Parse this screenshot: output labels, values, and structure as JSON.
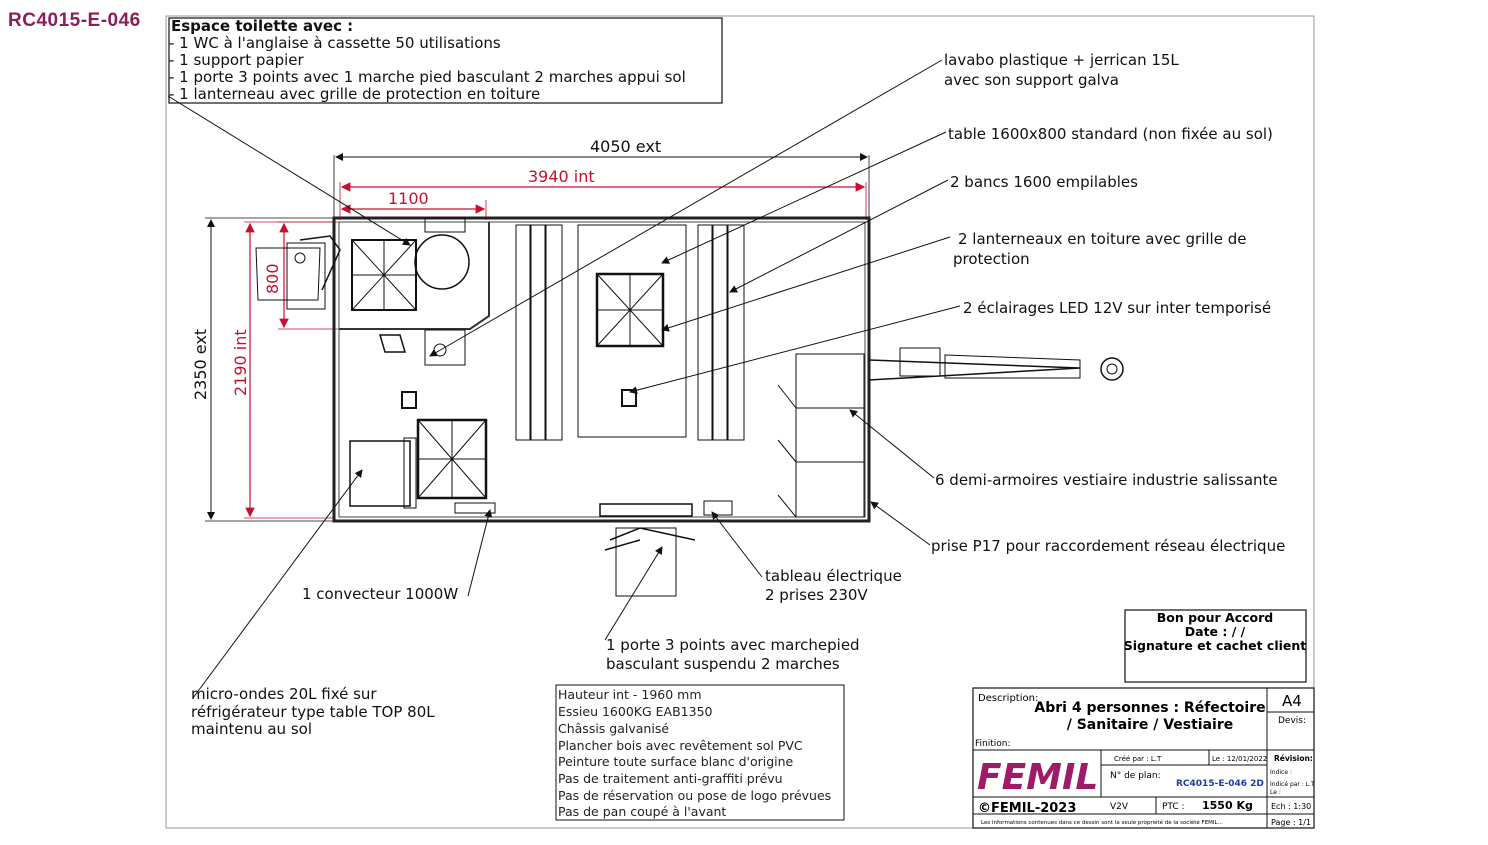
{
  "header": {
    "plan_id": "RC4015-E-046"
  },
  "toilet_box": {
    "title": "Espace toilette avec :",
    "lines": [
      "- 1 WC à l'anglaise à cassette 50 utilisations",
      "- 1 support papier",
      "- 1 porte 3 points avec 1 marche pied basculant 2 marches appui sol",
      "- 1 lanterneau avec grille de protection en toiture"
    ]
  },
  "dimensions": {
    "ext_length": "4050 ext",
    "int_length": "3940 int",
    "toilet_width": "1100",
    "ext_width": "2350 ext",
    "int_width": "2190 int",
    "door_width": "800"
  },
  "callouts": {
    "lavabo": [
      "lavabo plastique + jerrican 15L",
      "avec son support galva"
    ],
    "table": "table 1600x800 standard (non fixée au sol)",
    "bancs": "2 bancs 1600 empilables",
    "lanterneaux": [
      "2 lanterneaux en toiture avec grille de",
      "protection"
    ],
    "eclairages": "2 éclairages LED 12V sur inter temporisé",
    "armoires": "6 demi-armoires vestiaire industrie salissante",
    "prise": "prise P17 pour raccordement réseau électrique",
    "tableau": [
      "tableau électrique",
      "2 prises 230V"
    ],
    "porte": [
      "1 porte 3 points avec marchepied",
      "basculant suspendu 2 marches"
    ],
    "convecteur": "1 convecteur 1000W",
    "microondes": [
      "micro-ondes 20L fixé sur",
      "réfrigérateur type table TOP 80L",
      "maintenu au sol"
    ]
  },
  "specs": [
    "Hauteur int - 1960 mm",
    "Essieu 1600KG EAB1350",
    "Châssis galvanisé",
    "Plancher bois avec revêtement sol PVC",
    "Peinture toute surface blanc d'origine",
    "Pas de traitement anti-graffiti prévu",
    "Pas de réservation ou pose de logo prévues",
    "Pas de pan coupé à l'avant"
  ],
  "accord": {
    "title": "Bon pour Accord",
    "date": "Date :   /   /",
    "signature": "Signature et cachet client"
  },
  "title_block": {
    "description_label": "Description:",
    "description": [
      "Abri 4 personnes : Réfectoire",
      "/ Sanitaire / Vestiaire"
    ],
    "format": "A4",
    "devis_label": "Devis:",
    "finition_label": "Finition:",
    "logo": "FEMIL",
    "cree_par": "Créé par : L.T",
    "le": "Le : 12/01/2022",
    "revision": "Révision:",
    "plan_label": "N° de plan:",
    "plan_number": "RC4015-E-046 2D",
    "indice": "Indice :",
    "indice_par": "Indicé par : L.T",
    "indice_le": "Le :",
    "copyright": "©FEMIL-2023",
    "version": "V2V",
    "ptc_label": "PTC :",
    "ptc_value": "1550 Kg",
    "echelle": "Ech : 1:30",
    "legal": "Les informations contenues dans ce dessin sont la seule propriété de la société FEMIL...",
    "page": "Page : 1/1"
  },
  "colors": {
    "dimension_red": "#c8102e",
    "brand": "#8a1f5a",
    "line": "#111111"
  }
}
